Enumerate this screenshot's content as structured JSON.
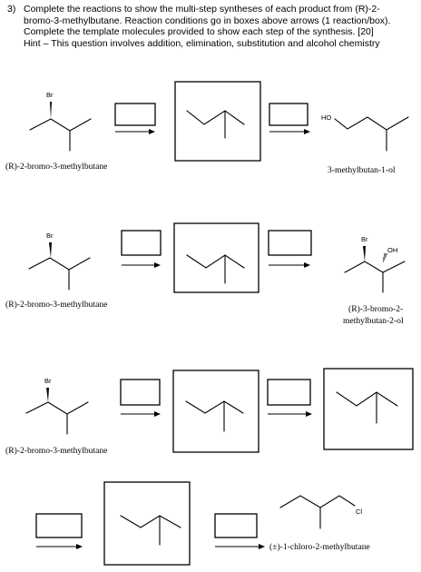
{
  "question": {
    "number": "3)",
    "lines": [
      "Complete the reactions to show the multi-step syntheses of each product from (R)-2-",
      "bromo-3-methylbutane. Reaction conditions go in boxes above arrows (1 reaction/box).",
      "Complete the template molecules provided to show each step of the synthesis. [20]",
      "Hint – This question involves addition, elimination, substitution and alcohol chemistry"
    ]
  },
  "atoms": {
    "br": "Br",
    "ho": "HO",
    "oh": "OH",
    "cl": "Cl"
  },
  "labels": {
    "start_1": "(R)-2-bromo-3-methylbutane",
    "product_1": "3-methylbutan-1-ol",
    "start_2": "(R)-2-bromo-3-methylbutane",
    "product_2_line1": "(R)-3-bromo-2-",
    "product_2_line2": "methylbutan-2-ol",
    "start_3": "(R)-2-bromo-3-methylbutane",
    "product_4": "(±)-1-chloro-2-methylbutane"
  }
}
